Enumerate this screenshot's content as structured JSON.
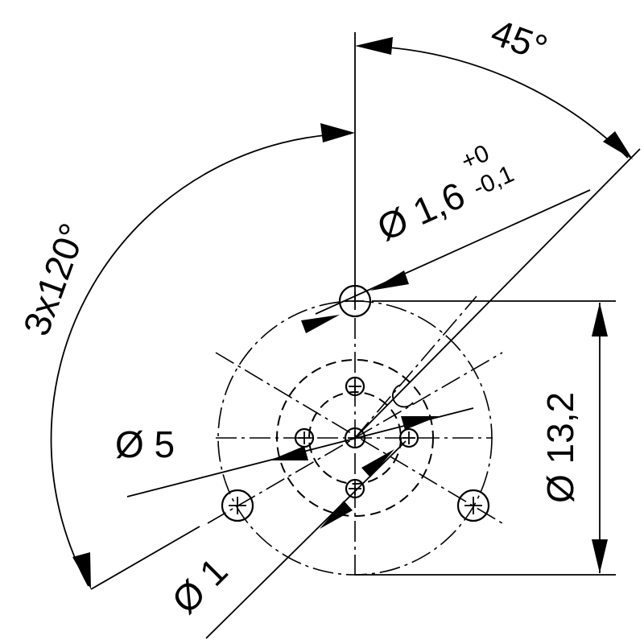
{
  "drawing": {
    "labels": {
      "angle_45": "45°",
      "angle_3x120": "3x120°",
      "hole_dia_prefix": "Ø 1,6",
      "tol_upper": "+0",
      "tol_lower": "-0,1",
      "pcd_dia": "Ø 13,2",
      "inner_dia": "Ø 5",
      "pin_dia": "Ø 1"
    }
  }
}
